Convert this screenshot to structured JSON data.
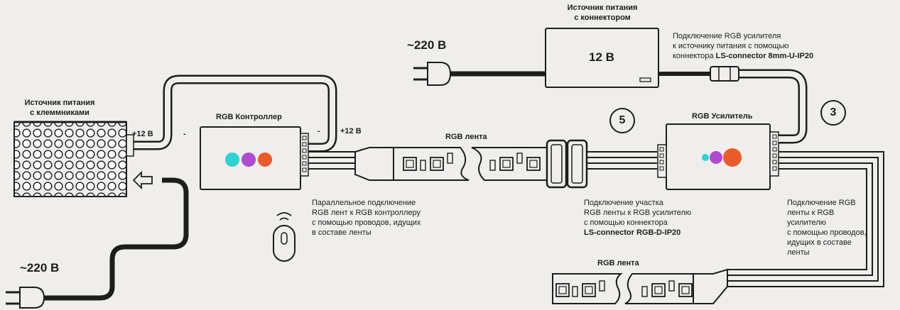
{
  "colors": {
    "background": "#efeeec",
    "line": "#1d1d1b",
    "dot_cyan": "#2ed3d3",
    "dot_purple": "#b04ad0",
    "dot_orange": "#eb5a2b"
  },
  "labels": {
    "psu_terminals_title": [
      "Источник питания",
      "с клеммниками"
    ],
    "psu_connector_title": [
      "Источник питания",
      "с коннектором"
    ],
    "psu_connector_voltage": "12 В",
    "mains_top": "~220 В",
    "mains_bottom": "~220 В",
    "plus12_left": "+12 В",
    "minus_left": "-",
    "minus_right": "-",
    "plus12_right": "+12 В",
    "controller_title": "RGB Контроллер",
    "amplifier_title": "RGB Усилитель",
    "strip_top": "RGB лента",
    "strip_bottom": "RGB лента",
    "marker_5": "5",
    "marker_3": "3"
  },
  "notes": {
    "amp_to_psu": {
      "line1": "Подключение RGB усилителя",
      "line2": "к источнику питания  с помощью",
      "line3_pre": "коннектора ",
      "line3_bold": "LS-connector 8mm-U-IP20"
    },
    "parallel": [
      "Параллельное подключение",
      "RGB лент к RGB контроллеру",
      "с помощью проводов, идущих",
      "в составе ленты"
    ],
    "section": {
      "line1": "Подключение участка",
      "line2": "RGB ленты к RGB усилителю",
      "line3": "с помощью коннектора",
      "line4_bold": "LS-connector RGB-D-IP20"
    },
    "amp_strip": [
      "Подключение RGB",
      "ленты к RGB",
      "усилителю",
      "с помощью проводов,",
      "идущих в составе",
      "ленты"
    ]
  }
}
